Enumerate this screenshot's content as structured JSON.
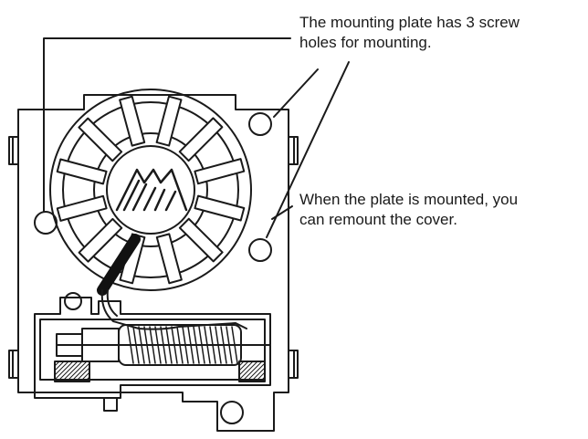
{
  "annotations": {
    "screw_holes": {
      "line1": "The mounting plate has 3 screw",
      "line2": "holes for mounting."
    },
    "remount": {
      "line1": "When the plate is mounted, you",
      "line2": "can remount the cover."
    }
  },
  "colors": {
    "ink": "#1a1a1a",
    "paper": "#ffffff",
    "cable": "#111111"
  },
  "icons": [
    "mounting-plate",
    "spoked-wheel",
    "brand-logo",
    "motor-housing",
    "screw-hole"
  ]
}
